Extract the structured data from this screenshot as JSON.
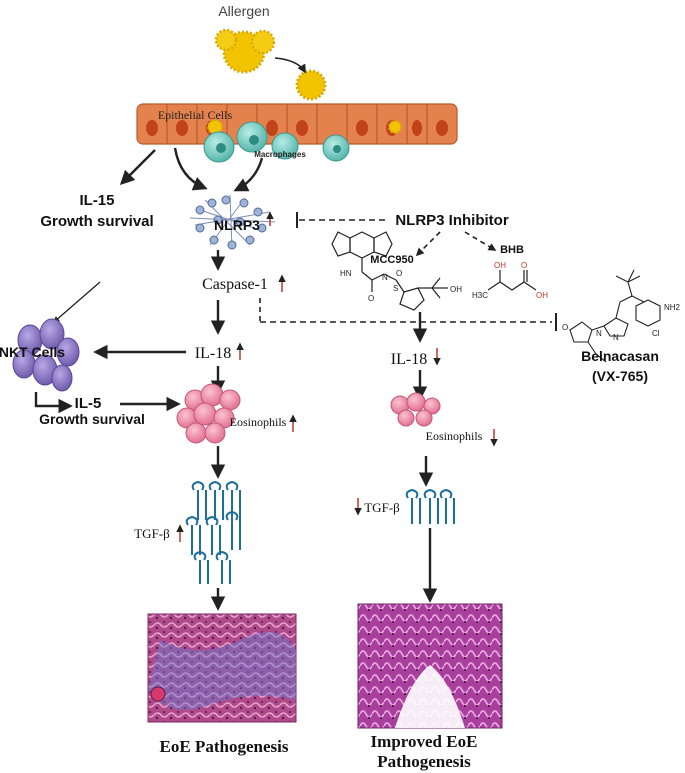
{
  "allergen_label": "Allergen",
  "epithelial_label": "Epithelial Cells",
  "macrophages_label": "Macrophages",
  "il15_label": "IL-15",
  "il15_sub": "Growth survival",
  "nlrp3_label": "NLRP3",
  "nlrp3_inhibitor_label": "NLRP3 Inhibitor",
  "mcc950_label": "MCC950",
  "bhb_label": "BHB",
  "caspase_label": "Caspase-1",
  "inkt_label": "iNKT Cells",
  "il18_left_label": "IL-18",
  "il18_right_label": "IL-18",
  "belnacasan_label": "Belnacasan",
  "belnacasan_code": "(VX-765)",
  "il5_label": "IL-5",
  "il5_sub": "Growth survival",
  "eos_left_label": "Eosinophils",
  "eos_right_label": "Eosinophils",
  "tgf_left_label": "TGF-β",
  "tgf_right_label": "TGF-β",
  "eoe_label": "EoE Pathogenesis",
  "improved_line1": "Improved EoE",
  "improved_line2": "Pathogenesis",
  "chem_labels": {
    "mcc_hn": "HN",
    "mcc_o": "O",
    "mcc_nh": "N",
    "mcc_s": "S",
    "mcc_o2": "O",
    "mcc_oh": "OH",
    "bhb_oh": "OH",
    "bhb_ch3": "H3C",
    "bhb_o": "O",
    "bhb_oh2": "OH",
    "bel_nh2": "NH2",
    "bel_cl": "Cl",
    "bel_n": "N",
    "bel_nh": "N",
    "bel_o": "O"
  },
  "colors": {
    "up_arrow": "#c0392b",
    "down_arrow": "#c0392b",
    "epithelial": "#e4824d",
    "nucleus": "#c0431c",
    "allergen": "#f2c400",
    "macrophage": "#5fc3b8",
    "inkt": "#8b78c4",
    "eosinophil": "#e87a9a",
    "receptor": "#1d6f9a",
    "tissue_left": "#9b3f7f",
    "tissue_right": "#a73fa0"
  }
}
